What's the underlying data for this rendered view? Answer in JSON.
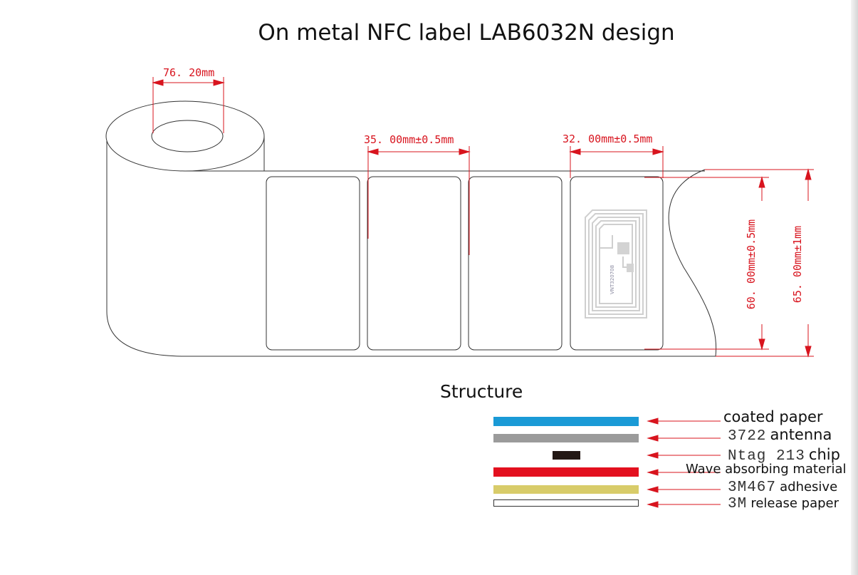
{
  "title": "On metal NFC label LAB6032N design",
  "dimensions": {
    "core": "76. 20mm",
    "gap": "35. 00mm±0.5mm",
    "label_width": "32. 00mm±0.5mm",
    "label_height": "60. 00mm±0.5mm",
    "liner_height": "65. 00mm±1mm"
  },
  "inlay": {
    "text": "VNT320708"
  },
  "structure": {
    "title": "Structure",
    "layers": [
      {
        "code": "",
        "name": "coated paper",
        "color": "#1a9ad6"
      },
      {
        "code": "3722",
        "name": "antenna",
        "color": "#9b9b9b"
      },
      {
        "code": "Ntag 213",
        "name": "chip",
        "color": "#231815"
      },
      {
        "code": "",
        "name": "Wave absorbing material",
        "color": "#e3101f"
      },
      {
        "code": "3M467",
        "name": "adhesive",
        "color": "#d8cc6a"
      },
      {
        "code": "3M",
        "name": "release paper",
        "color": "#ffffff"
      }
    ]
  },
  "colors": {
    "dimension": "#d8141e",
    "outline": "#333333"
  }
}
